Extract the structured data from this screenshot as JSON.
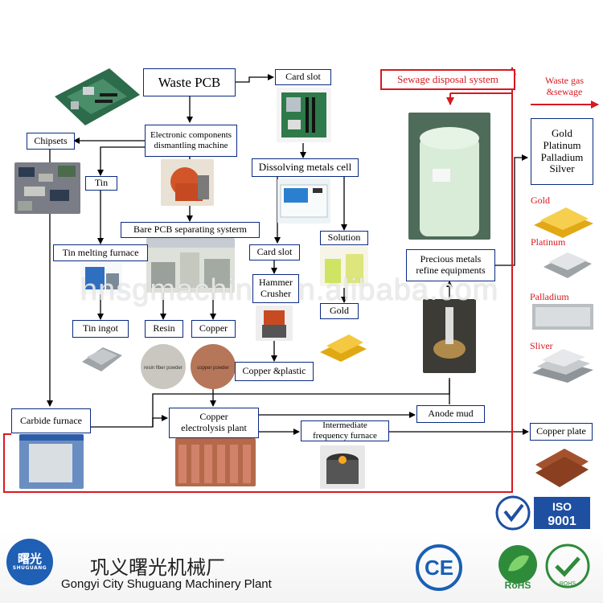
{
  "process": {
    "waste_pcb": "Waste PCB",
    "card_slot_top": "Card slot",
    "dismantling": "Electronic components\ndismantling machine",
    "chipsets": "Chipsets",
    "tin": "Tin",
    "dissolving": "Dissolving metals cell",
    "bare_pcb": "Bare PCB separating systerm",
    "tin_melting": "Tin melting furnace",
    "card_slot_mid": "Card slot",
    "solution": "Solution",
    "hammer": "Hammer\nCrusher",
    "gold": "Gold",
    "tin_ingot": "Tin ingot",
    "resin": "Resin",
    "copper": "Copper",
    "copper_plastic": "Copper &plastic",
    "carbide": "Carbide furnace",
    "electrolysis": "Copper\nelectrolysis plant",
    "anode_mud": "Anode mud",
    "intermediate": "Intermediate\nfrequency furnace",
    "copper_plate": "Copper plate",
    "sewage": "Sewage disposal system",
    "waste_gas": "Waste gas\n&sewage",
    "precious_refine": "Precious metals\nrefine equipments",
    "metals_list": "Gold\nPlatinum\nPalladium\nSilver"
  },
  "metal_labels": [
    "Gold",
    "Platinum",
    "Palladium",
    "Sliver"
  ],
  "photo_text": {
    "resin_powder": "resin fiber powder",
    "copper_powder": "copper powder"
  },
  "watermark": "hnsgmachine.en.alibaba.com",
  "company": {
    "logo_text": "曙光",
    "logo_sub": "SHUGUANG",
    "name_cn": "巩义曙光机械厂",
    "name_en": "Gongyi City Shuguang Machinery Plant"
  },
  "certs": {
    "iso": "ISO",
    "iso_num": "9001",
    "ce": "CE",
    "rohs": "RoHS",
    "rohs_small": "ROHS"
  },
  "colors": {
    "box_border": "#0a2a80",
    "arrow": "#000000",
    "red": "#d71920"
  }
}
